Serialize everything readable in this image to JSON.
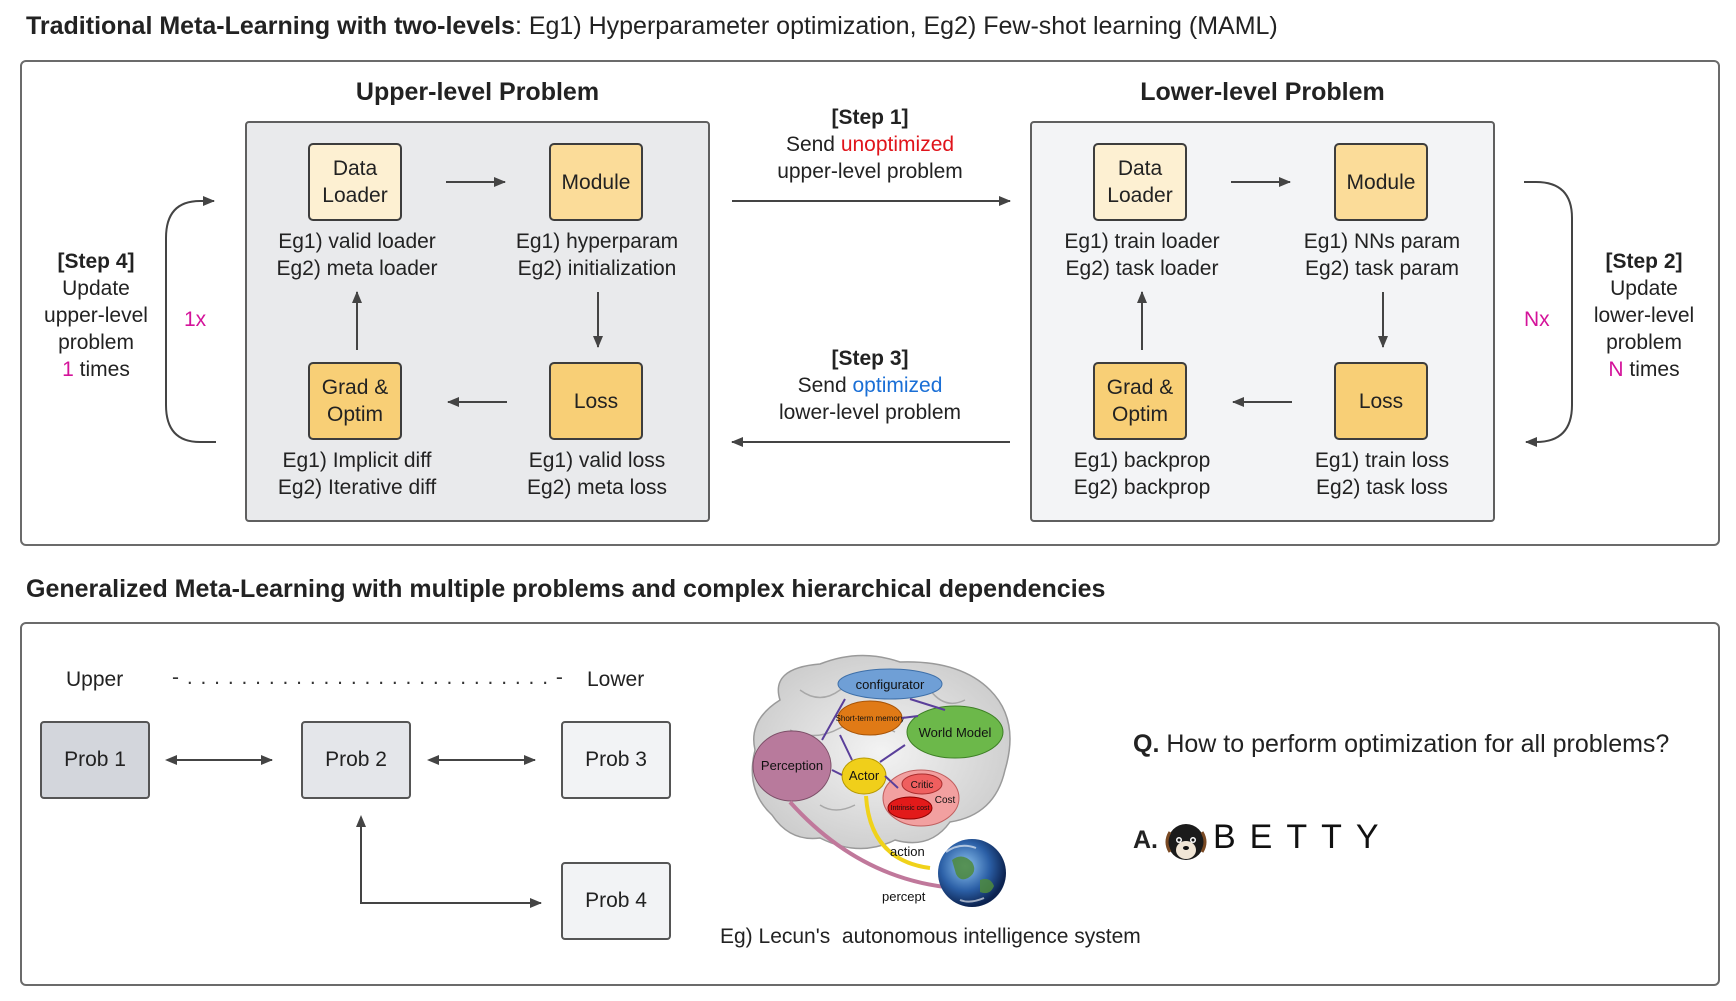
{
  "top": {
    "heading_bold": "Traditional Meta-Learning with two-levels",
    "heading_rest": ": Eg1) Hyperparameter optimization, Eg2) Few-shot learning (MAML)",
    "upper": {
      "title": "Upper-level Problem",
      "data_loader": "Data\nLoader",
      "module": "Module",
      "grad": "Grad &\nOptim",
      "loss": "Loss",
      "data_desc1": "Eg1) valid loader",
      "data_desc2": "Eg2) meta loader",
      "module_desc1": "Eg1) hyperparam",
      "module_desc2": "Eg2) initialization",
      "grad_desc1": "Eg1) Implicit diff",
      "grad_desc2": "Eg2) Iterative diff",
      "loss_desc1": "Eg1) valid loss",
      "loss_desc2": "Eg2) meta loss"
    },
    "lower": {
      "title": "Lower-level Problem",
      "data_loader": "Data\nLoader",
      "module": "Module",
      "grad": "Grad &\nOptim",
      "loss": "Loss",
      "data_desc1": "Eg1) train loader",
      "data_desc2": "Eg2) task loader",
      "module_desc1": "Eg1) NNs param",
      "module_desc2": "Eg2) task param",
      "grad_desc1": "Eg1) backprop",
      "grad_desc2": "Eg2) backprop",
      "loss_desc1": "Eg1) train loss",
      "loss_desc2": "Eg2) task loss"
    },
    "step1": {
      "label": "[Step 1]",
      "send": "Send",
      "highlight": "unoptimized",
      "rest": "upper-level problem"
    },
    "step3": {
      "label": "[Step 3]",
      "send": "Send",
      "highlight": "optimized",
      "rest": "lower-level problem"
    },
    "step4": {
      "label": "[Step 4]",
      "l1": "Update",
      "l2": "upper-level",
      "l3": "problem",
      "count": "1",
      "times": "times",
      "mult": "1x"
    },
    "step2": {
      "label": "[Step 2]",
      "l1": "Update",
      "l2": "lower-level",
      "l3": "problem",
      "count": "N",
      "times": "times",
      "mult": "Nx"
    }
  },
  "bottom": {
    "heading": "Generalized Meta-Learning with multiple problems and complex hierarchical dependencies",
    "upper_label": "Upper",
    "lower_label": "Lower",
    "dots": "- . . . . . . . . . . . . . . . . . . . . . . . . . . . -",
    "prob1": "Prob 1",
    "prob2": "Prob 2",
    "prob3": "Prob 3",
    "prob4": "Prob 4",
    "brain": {
      "configurator": "configurator",
      "short_term_memory": "Short-term memory",
      "world_model": "World Model",
      "perception": "Perception",
      "actor": "Actor",
      "critic": "Critic",
      "cost": "Cost",
      "intrinsic_cost": "Intrinsic cost",
      "action": "action",
      "percept": "percept"
    },
    "caption": "Eg) Lecun's  autonomous intelligence system",
    "question_bold": "Q.",
    "question": " How to perform optimization for all problems?",
    "answer_bold": "A.",
    "answer_brand": "BETTY"
  },
  "colors": {
    "highlight_red": "#e0141b",
    "highlight_blue": "#1a6fd6",
    "magenta": "#d4139a",
    "node_light": "#fdf0d2",
    "node_dark": "#f8cf76"
  }
}
